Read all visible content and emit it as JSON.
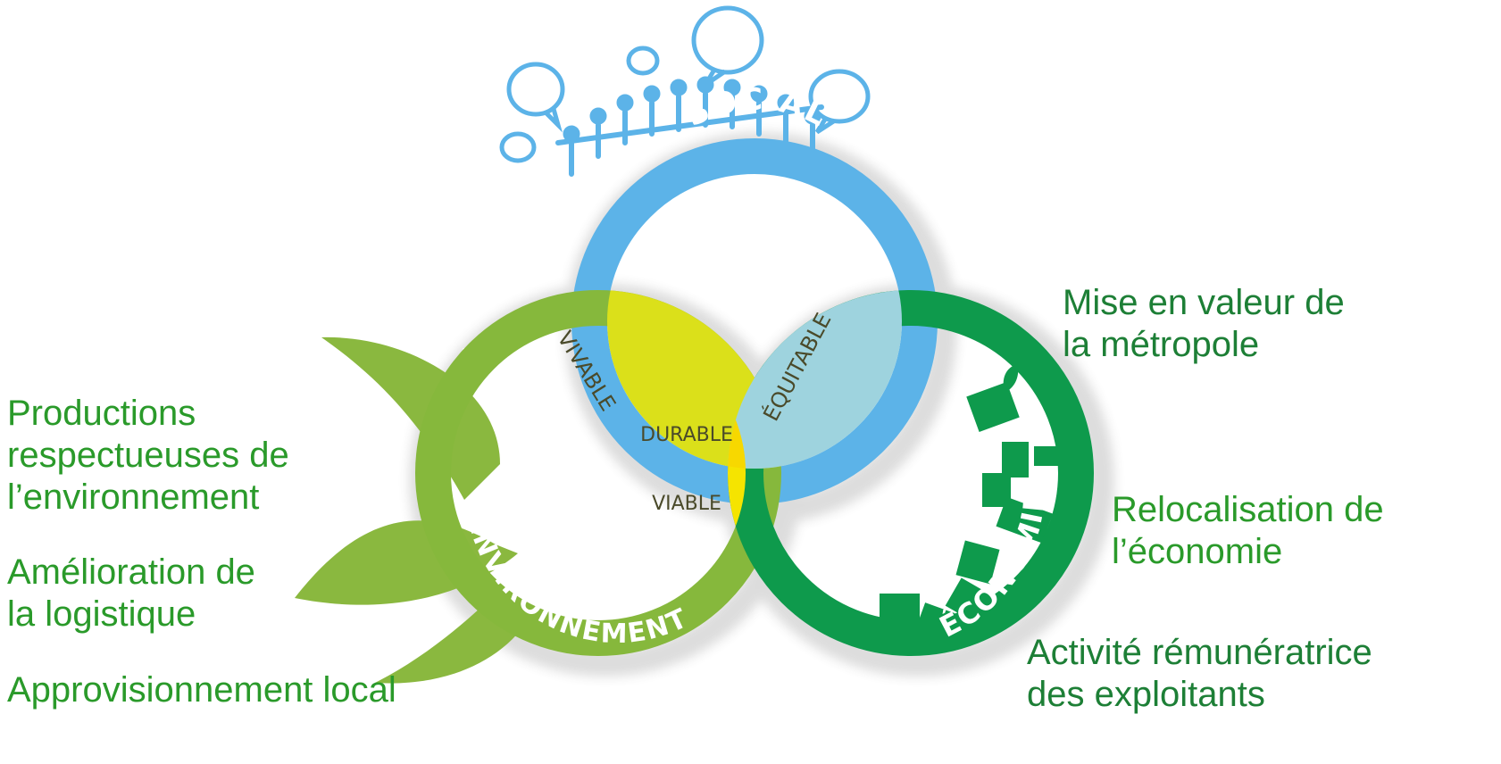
{
  "circles": {
    "social": {
      "label": "SOCIAL",
      "color": "#5cb3e8"
    },
    "environnement": {
      "label": "ENVIRONNEMENT",
      "color": "#86b83c"
    },
    "economie": {
      "label": "ÉCONOMIE",
      "color": "#0e9a4c"
    }
  },
  "intersections": {
    "vivable": {
      "label": "VIVABLE",
      "color": "#dbe01a"
    },
    "equitable": {
      "label": "ÉQUITABLE",
      "color": "#9ed3de"
    },
    "viable": {
      "label": "VIABLE",
      "color": "#f5e400"
    },
    "durable": {
      "label": "DURABLE",
      "color": "#f7d800"
    }
  },
  "notes": {
    "left_1": "Productions\nrespectueuses de\nl’environnement",
    "left_2": "Amélioration de\nla logistique",
    "left_3": "Approvisionnement local",
    "right_1": "Mise en valeur de\nla métropole",
    "right_2": "Relocalisation de\nl’économie",
    "right_3": "Activité rémunératrice\ndes exploitants"
  }
}
